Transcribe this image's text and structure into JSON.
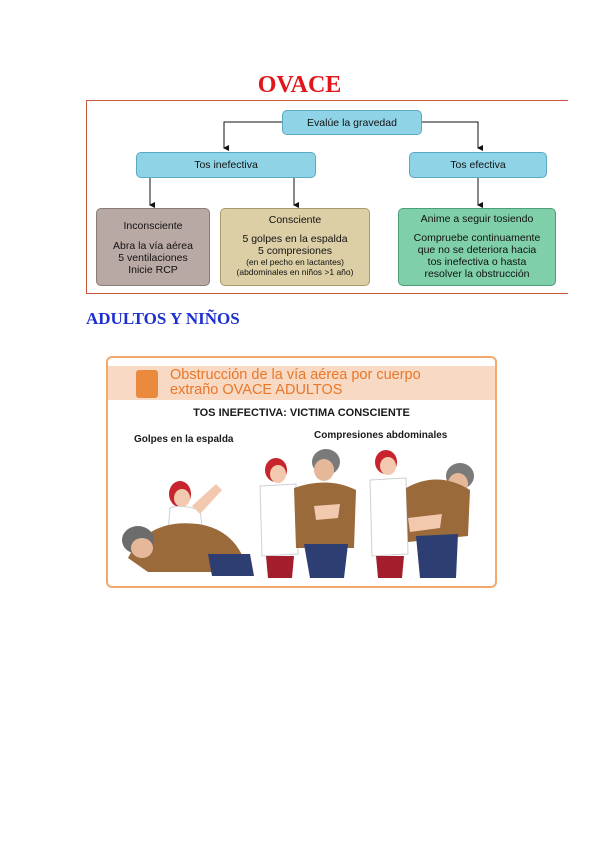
{
  "title": "OVACE",
  "flowchart": {
    "root": "Evalúe la gravedad",
    "left_branch": "Tos inefectiva",
    "right_branch": "Tos efectiva",
    "unconscious": {
      "heading": "Inconsciente",
      "lines": [
        "Abra la vía aérea",
        "5 ventilaciones",
        "Inicie RCP"
      ]
    },
    "conscious": {
      "heading": "Consciente",
      "lines": [
        "5 golpes en la espalda",
        "5 compresiones"
      ],
      "small_lines": [
        "(en el pecho en lactantes)",
        "(abdominales en niños >1 año)"
      ]
    },
    "effective": {
      "heading": "Anime a seguir tosiendo",
      "lines": [
        "Compruebe continuamente",
        "que no se deteriora hacia",
        "tos inefectiva o hasta",
        "resolver la obstrucción"
      ]
    }
  },
  "subtitle": "ADULTOS Y NIÑOS",
  "illustration": {
    "header_line1": "Obstrucción de la vía aérea por cuerpo",
    "header_line2": "extraño OVACE  ADULTOS",
    "subheading": "TOS INEFECTIVA: VICTIMA CONSCIENTE",
    "label_left": "Golpes en la espalda",
    "label_right": "Compresiones  abdominales"
  }
}
